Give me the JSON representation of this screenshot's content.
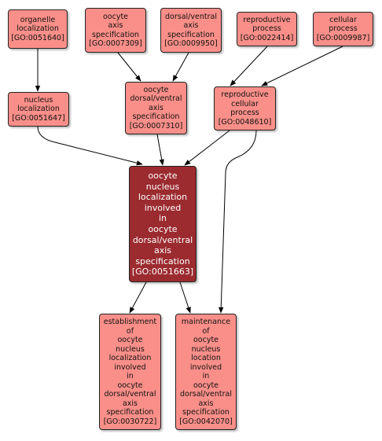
{
  "nodes": {
    "n1": {
      "lines": [
        "organelle",
        "localization",
        "[GO:0051640]"
      ]
    },
    "n2": {
      "lines": [
        "oocyte",
        "axis",
        "specification",
        "[GO:0007309]"
      ]
    },
    "n3": {
      "lines": [
        "dorsal/ventral",
        "axis",
        "specification",
        "[GO:0009950]"
      ]
    },
    "n4": {
      "lines": [
        "reproductive",
        "process",
        "[GO:0022414]"
      ]
    },
    "n5": {
      "lines": [
        "cellular",
        "process",
        "[GO:0009987]"
      ]
    },
    "n6": {
      "lines": [
        "nucleus",
        "localization",
        "[GO:0051647]"
      ]
    },
    "n7": {
      "lines": [
        "oocyte",
        "dorsal/ventral",
        "axis",
        "specification",
        "[GO:0007310]"
      ]
    },
    "n8": {
      "lines": [
        "reproductive",
        "cellular",
        "process",
        "[GO:0048610]"
      ]
    },
    "n9": {
      "lines": [
        "oocyte",
        "nucleus",
        "localization",
        "involved",
        "in",
        "oocyte",
        "dorsal/ventral",
        "axis",
        "specification",
        "[GO:0051663]"
      ]
    },
    "n10": {
      "lines": [
        "establishment",
        "of",
        "oocyte",
        "nucleus",
        "localization",
        "involved",
        "in",
        "oocyte",
        "dorsal/ventral",
        "axis",
        "specification",
        "[GO:0030722]"
      ]
    },
    "n11": {
      "lines": [
        "maintenance",
        "of",
        "oocyte",
        "nucleus",
        "location",
        "involved",
        "in",
        "oocyte",
        "dorsal/ventral",
        "axis",
        "specification",
        "[GO:0042070]"
      ]
    }
  },
  "colors": {
    "node_fill": "#fa8f89",
    "focus_fill": "#9b2b2f",
    "edge": "#000000"
  }
}
